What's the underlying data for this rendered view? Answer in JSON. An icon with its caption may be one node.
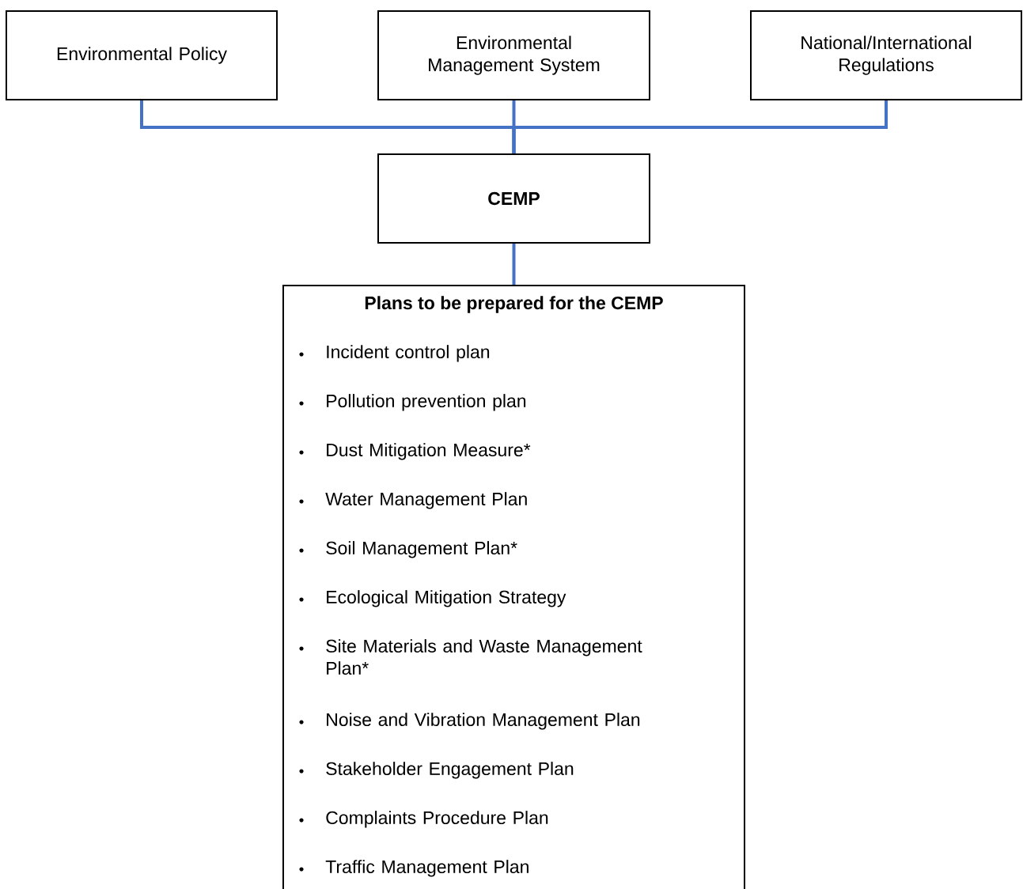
{
  "diagram": {
    "nodes": [
      {
        "text": [
          "Environmental Policy"
        ]
      },
      {
        "text": [
          "Environmental Management System"
        ]
      },
      {
        "text": [
          "National/International Regulations"
        ]
      },
      {
        "text": [
          "CEMP"
        ]
      },
      {
        "text": [
          "Plans to be prepared for the CEMP",
          "Incident control plan",
          "Pollution prevention plan",
          "Dust Mitigation Measure*",
          "Water Management Plan",
          "Soil Management Plan*",
          "Ecological Mitigation Strategy",
          "Site Materials and Waste Management Plan*",
          "Noise and Vibration Management Plan",
          "Stakeholder Engagement Plan",
          "Complaints Procedure Plan",
          "Traffic Management Plan"
        ]
      }
    ],
    "edges": [
      {
        "from": 0,
        "to": 3,
        "arrow": "none"
      },
      {
        "from": 1,
        "to": 3,
        "arrow": "none"
      },
      {
        "from": 2,
        "to": 3,
        "arrow": "none"
      },
      {
        "from": 3,
        "to": 4,
        "arrow": "none"
      }
    ]
  }
}
